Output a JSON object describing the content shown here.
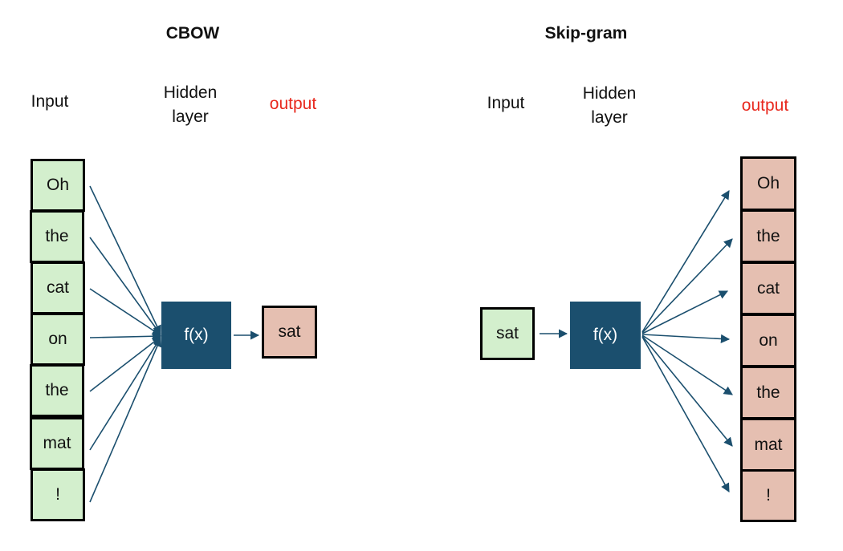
{
  "cbow": {
    "title": "CBOW",
    "input_label": "Input",
    "hidden_label_1": "Hidden",
    "hidden_label_2": "layer",
    "output_label": "output",
    "inputs": [
      "Oh",
      "the",
      "cat",
      "on",
      "the",
      "mat",
      "!"
    ],
    "function": "f(x)",
    "output": "sat"
  },
  "skipgram": {
    "title": "Skip-gram",
    "input_label": "Input",
    "hidden_label_1": "Hidden",
    "hidden_label_2": "layer",
    "output_label": "output",
    "input": "sat",
    "function": "f(x)",
    "outputs": [
      "Oh",
      "the",
      "cat",
      "on",
      "the",
      "mat",
      "!"
    ]
  },
  "colors": {
    "input_fill": "#d3efcd",
    "output_fill": "#e5bfb1",
    "hidden_fill": "#1b4f6e",
    "arrow": "#1b4f6e",
    "output_label": "#e8281d"
  }
}
